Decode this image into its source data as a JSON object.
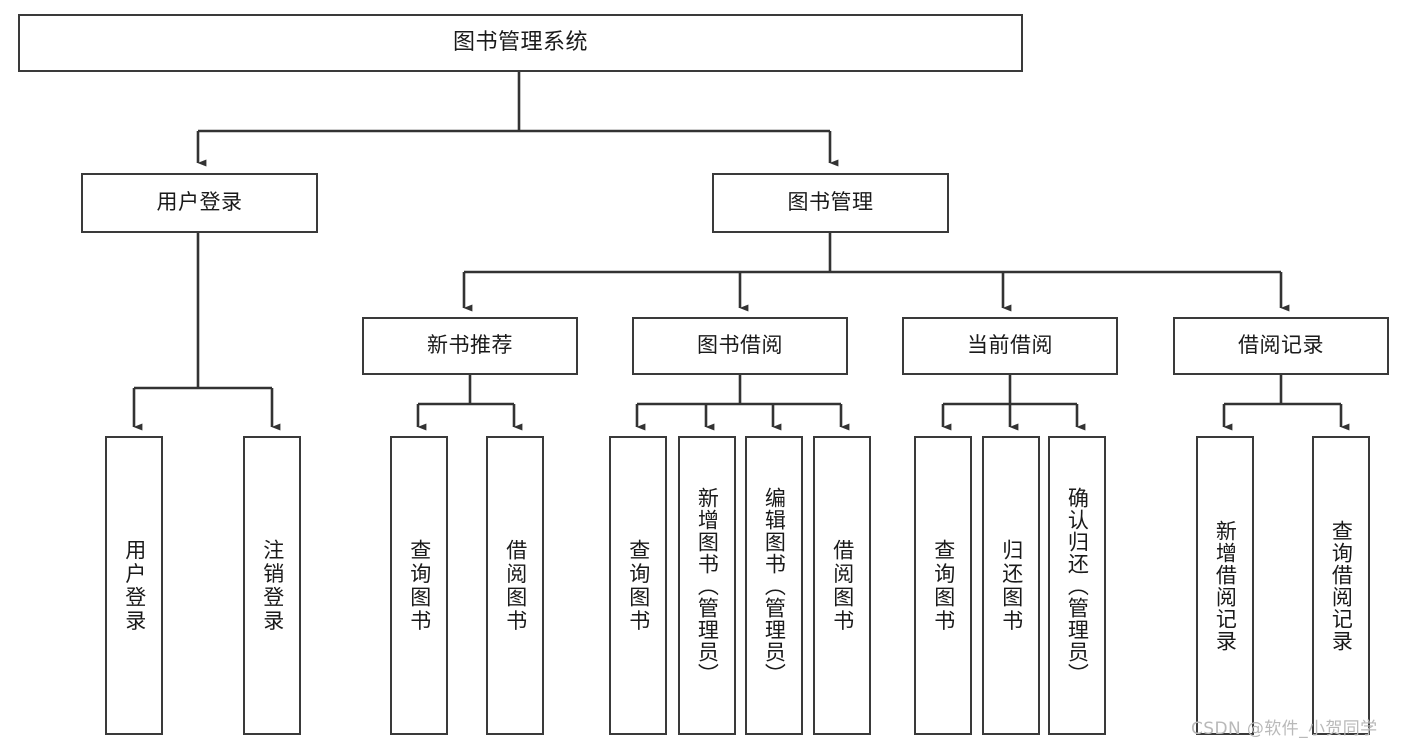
{
  "diagram": {
    "type": "hierarchy-tree",
    "title": "图书管理系统",
    "root": {
      "id": "root",
      "label": "图书管理系统"
    },
    "level2": [
      {
        "id": "user-login",
        "label": "用户登录"
      },
      {
        "id": "book-management",
        "label": "图书管理"
      }
    ],
    "level3": [
      {
        "id": "new-book-recommend",
        "label": "新书推荐",
        "parent": "book-management"
      },
      {
        "id": "book-borrow",
        "label": "图书借阅",
        "parent": "book-management"
      },
      {
        "id": "current-borrow",
        "label": "当前借阅",
        "parent": "book-management"
      },
      {
        "id": "borrow-record",
        "label": "借阅记录",
        "parent": "book-management"
      }
    ],
    "leaves": [
      {
        "id": "leaf-user-login",
        "label": "用户登录",
        "parent": "user-login"
      },
      {
        "id": "leaf-logout-login",
        "label": "注销登录",
        "parent": "user-login"
      },
      {
        "id": "leaf-query-book-1",
        "label": "查询图书",
        "parent": "new-book-recommend"
      },
      {
        "id": "leaf-borrow-book-1",
        "label": "借阅图书",
        "parent": "new-book-recommend"
      },
      {
        "id": "leaf-query-book-2",
        "label": "查询图书",
        "parent": "book-borrow"
      },
      {
        "id": "leaf-add-book",
        "label": "新增图书（管理员）",
        "parent": "book-borrow"
      },
      {
        "id": "leaf-edit-book",
        "label": "编辑图书（管理员）",
        "parent": "book-borrow"
      },
      {
        "id": "leaf-borrow-book-2",
        "label": "借阅图书",
        "parent": "book-borrow"
      },
      {
        "id": "leaf-query-book-3",
        "label": "查询图书",
        "parent": "current-borrow"
      },
      {
        "id": "leaf-return-book",
        "label": "归还图书",
        "parent": "current-borrow"
      },
      {
        "id": "leaf-confirm-return",
        "label": "确认归还（管理员）",
        "parent": "current-borrow"
      },
      {
        "id": "leaf-add-record",
        "label": "新增借阅记录",
        "parent": "borrow-record"
      },
      {
        "id": "leaf-query-record",
        "label": "查询借阅记录",
        "parent": "borrow-record"
      }
    ],
    "colors": {
      "box_border": "#3a3a3a",
      "box_fill": "#ffffff",
      "connector": "#333333",
      "text": "#1a1a1a",
      "watermark": "#b9b9b9",
      "background": "#ffffff"
    }
  },
  "watermark": {
    "text": "CSDN @软件_小贺同学"
  }
}
